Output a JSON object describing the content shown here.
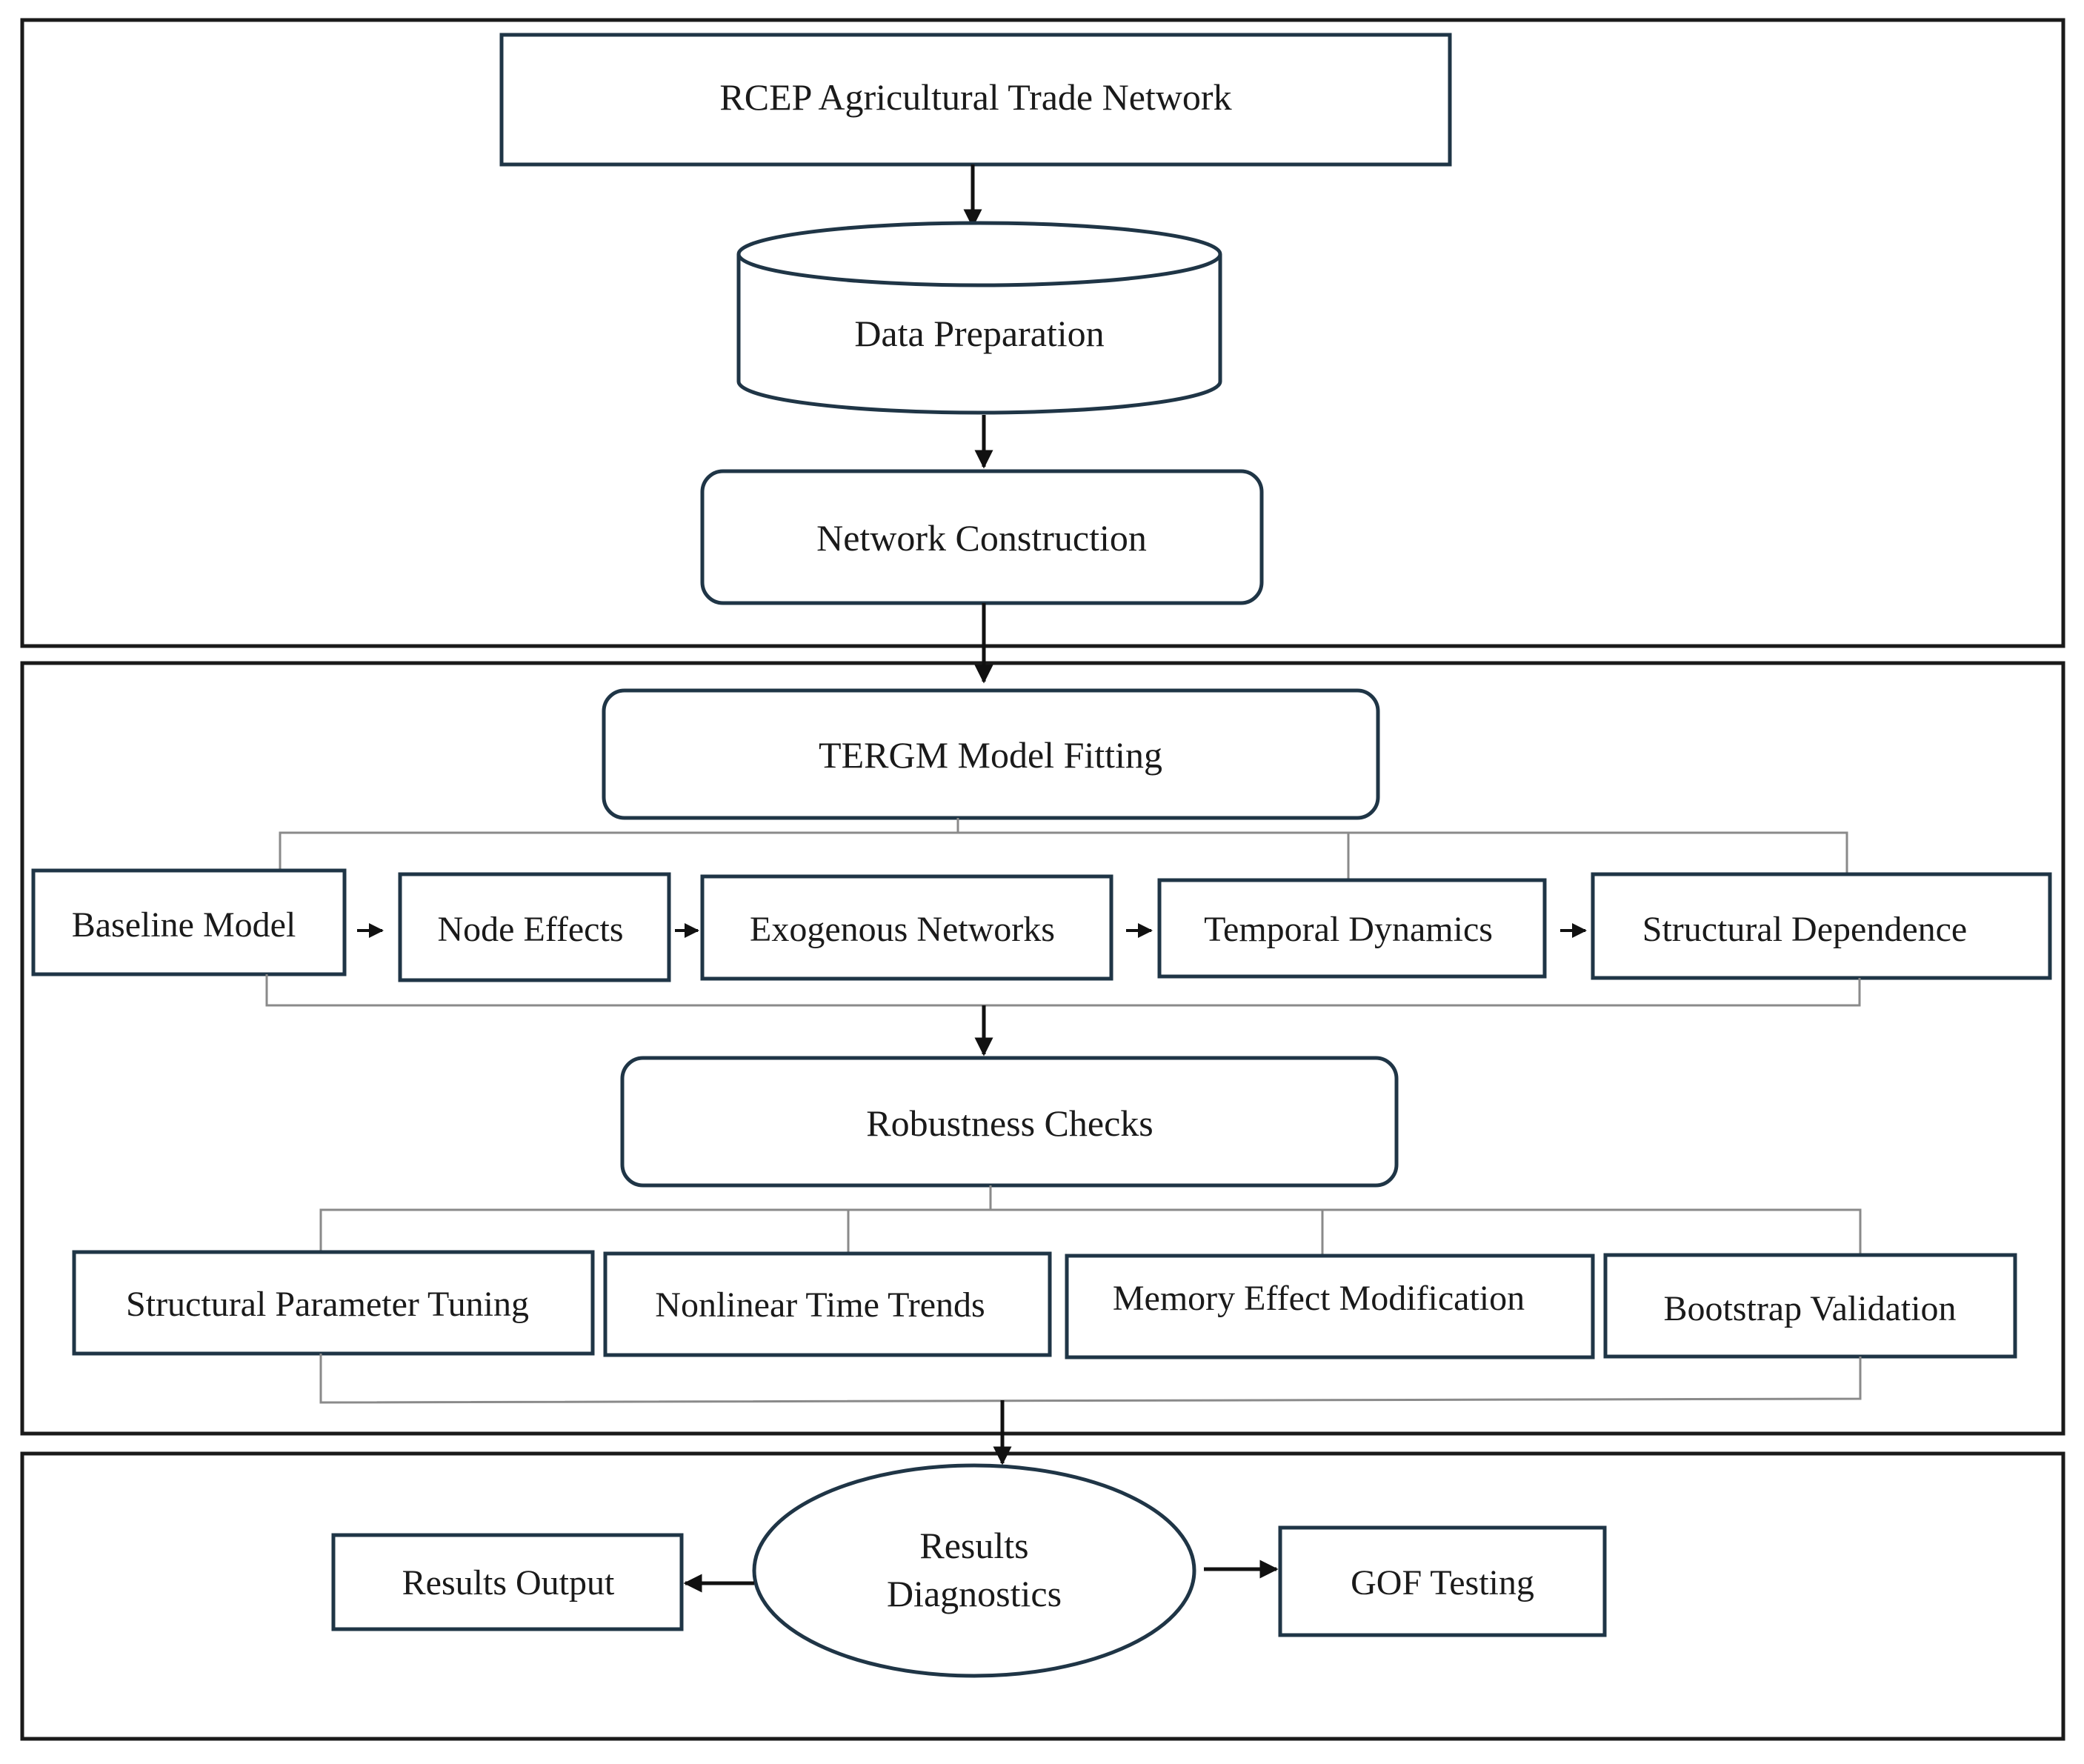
{
  "stage1": {
    "network": "RCEP Agricultural Trade Network",
    "data_prep": "Data Preparation",
    "construction": "Network Construction"
  },
  "stage2": {
    "tergm": "TERGM Model Fitting",
    "models": [
      "Baseline Model",
      "Node Effects",
      "Exogenous Networks",
      "Temporal Dynamics",
      "Structural Dependence"
    ],
    "robustness": "Robustness Checks",
    "checks": [
      "Structural Parameter Tuning",
      "Nonlinear Time Trends",
      "Memory Effect Modification",
      "Bootstrap Validation"
    ]
  },
  "stage3": {
    "diagnostics_line1": "Results",
    "diagnostics_line2": "Diagnostics",
    "output": "Results Output",
    "gof": "GOF Testing"
  },
  "colors": {
    "box_stroke": "#1f3546",
    "text": "#1a1a1a",
    "bracket": "#8a8a8a"
  }
}
